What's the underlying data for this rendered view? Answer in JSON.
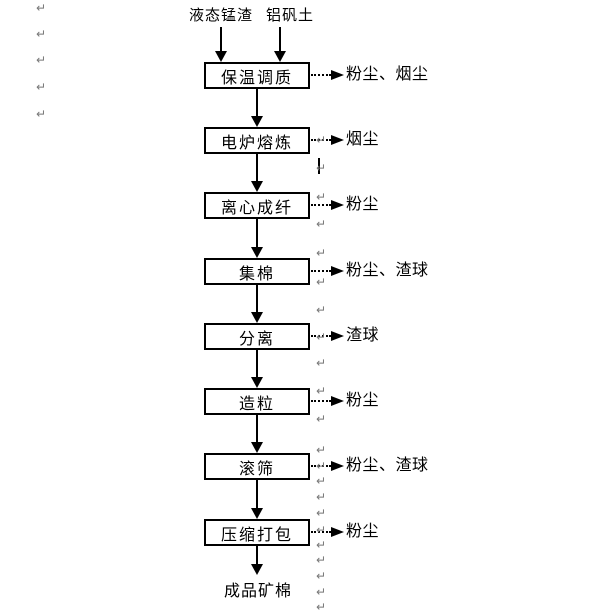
{
  "document": {
    "background": "#ffffff",
    "line_color": "#000000",
    "paragraph_mark": "↵",
    "paragraph_mark_color": "#777777"
  },
  "flowchart": {
    "inputs": [
      "液态锰渣",
      "铝矾土"
    ],
    "steps": [
      {
        "label": "保温调质",
        "emission": "粉尘、烟尘"
      },
      {
        "label": "电炉熔炼",
        "emission": "烟尘"
      },
      {
        "label": "离心成纤",
        "emission": "粉尘"
      },
      {
        "label": "集棉",
        "emission": "粉尘、渣球"
      },
      {
        "label": "分离",
        "emission": "渣球"
      },
      {
        "label": "造粒",
        "emission": "粉尘"
      },
      {
        "label": "滚筛",
        "emission": "粉尘、渣球"
      },
      {
        "label": "压缩打包",
        "emission": "粉尘"
      }
    ],
    "final_product": "成品矿棉"
  }
}
